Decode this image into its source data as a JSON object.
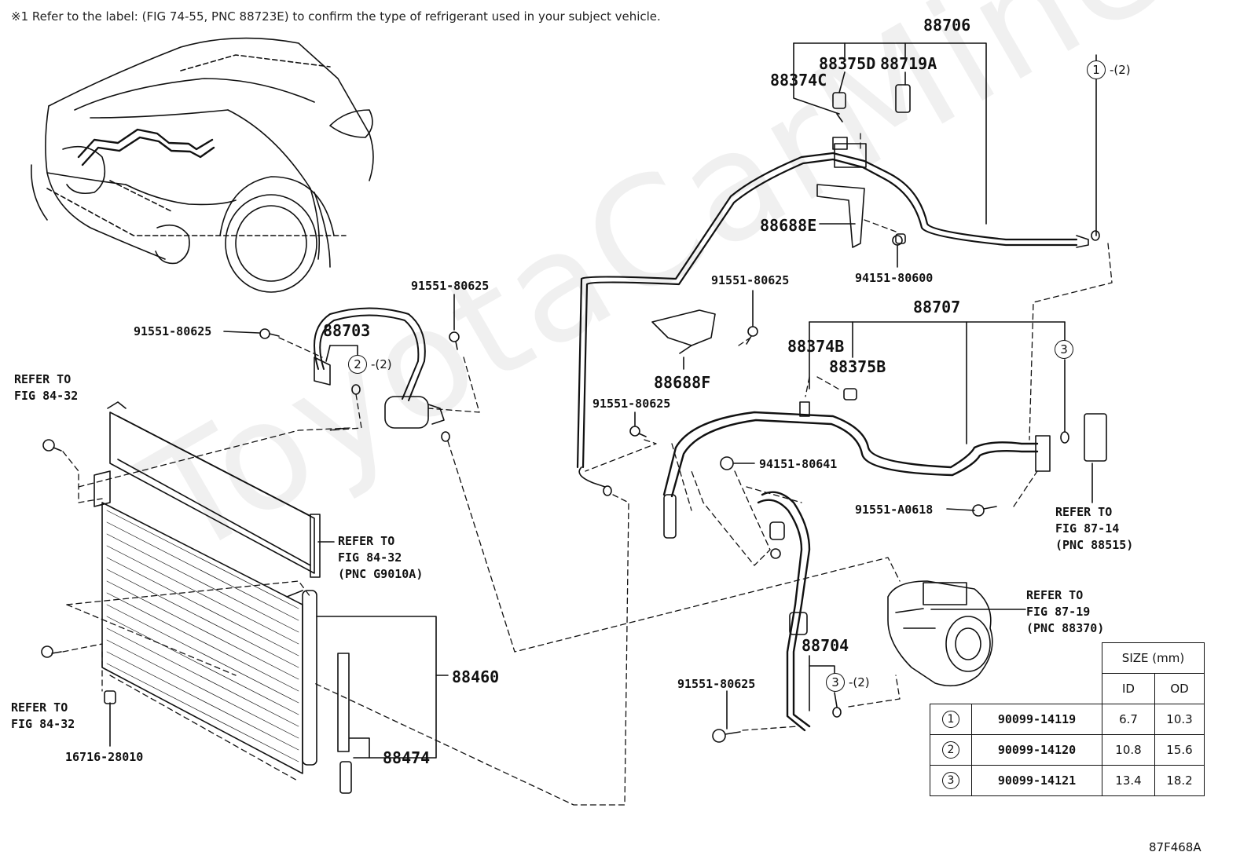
{
  "note": "※1 Refer to the label: (FIG 74-55, PNC 88723E) to confirm the type of refrigerant used in your subject vehicle.",
  "watermark": "ToyotaCarMine.ru",
  "diagram_code": "87F468A",
  "part_labels": {
    "p88706": "88706",
    "p88375D": "88375D",
    "p88719A": "88719A",
    "p88374C": "88374C",
    "p88688E": "88688E",
    "p94151_80600": "94151-80600",
    "p91551_80625_a": "91551-80625",
    "p91551_80625_b": "91551-80625",
    "p91551_80625_c": "91551-80625",
    "p91551_80625_d": "91551-80625",
    "p91551_80625_e": "91551-80625",
    "p88703": "88703",
    "p88688F": "88688F",
    "p88707": "88707",
    "p88374B": "88374B",
    "p88375B": "88375B",
    "p94151_80641": "94151-80641",
    "p91551_A0618": "91551-A0618",
    "p88460": "88460",
    "p88474": "88474",
    "p16716_28010": "16716-28010",
    "p88704": "88704"
  },
  "callouts": {
    "c1": {
      "num": "1",
      "qty": "-(2)"
    },
    "c2": {
      "num": "2",
      "qty": "-(2)"
    },
    "c3a": {
      "num": "3",
      "qty": ""
    },
    "c3b": {
      "num": "3",
      "qty": "-(2)"
    }
  },
  "references": {
    "r1": {
      "line1": "REFER TO",
      "line2": "FIG 84-32",
      "line3": ""
    },
    "r2": {
      "line1": "REFER TO",
      "line2": "FIG 84-32",
      "line3": "(PNC G9010A)"
    },
    "r3": {
      "line1": "REFER TO",
      "line2": "FIG 84-32",
      "line3": ""
    },
    "r4": {
      "line1": "REFER TO",
      "line2": "FIG 87-14",
      "line3": "(PNC 88515)"
    },
    "r5": {
      "line1": "REFER TO",
      "line2": "FIG 87-19",
      "line3": "(PNC 88370)"
    }
  },
  "size_table": {
    "header_size": "SIZE (mm)",
    "header_id": "ID",
    "header_od": "OD",
    "rows": [
      {
        "num": "1",
        "part": "90099-14119",
        "id": "6.7",
        "od": "10.3"
      },
      {
        "num": "2",
        "part": "90099-14120",
        "id": "10.8",
        "od": "15.6"
      },
      {
        "num": "3",
        "part": "90099-14121",
        "id": "13.4",
        "od": "18.2"
      }
    ]
  }
}
